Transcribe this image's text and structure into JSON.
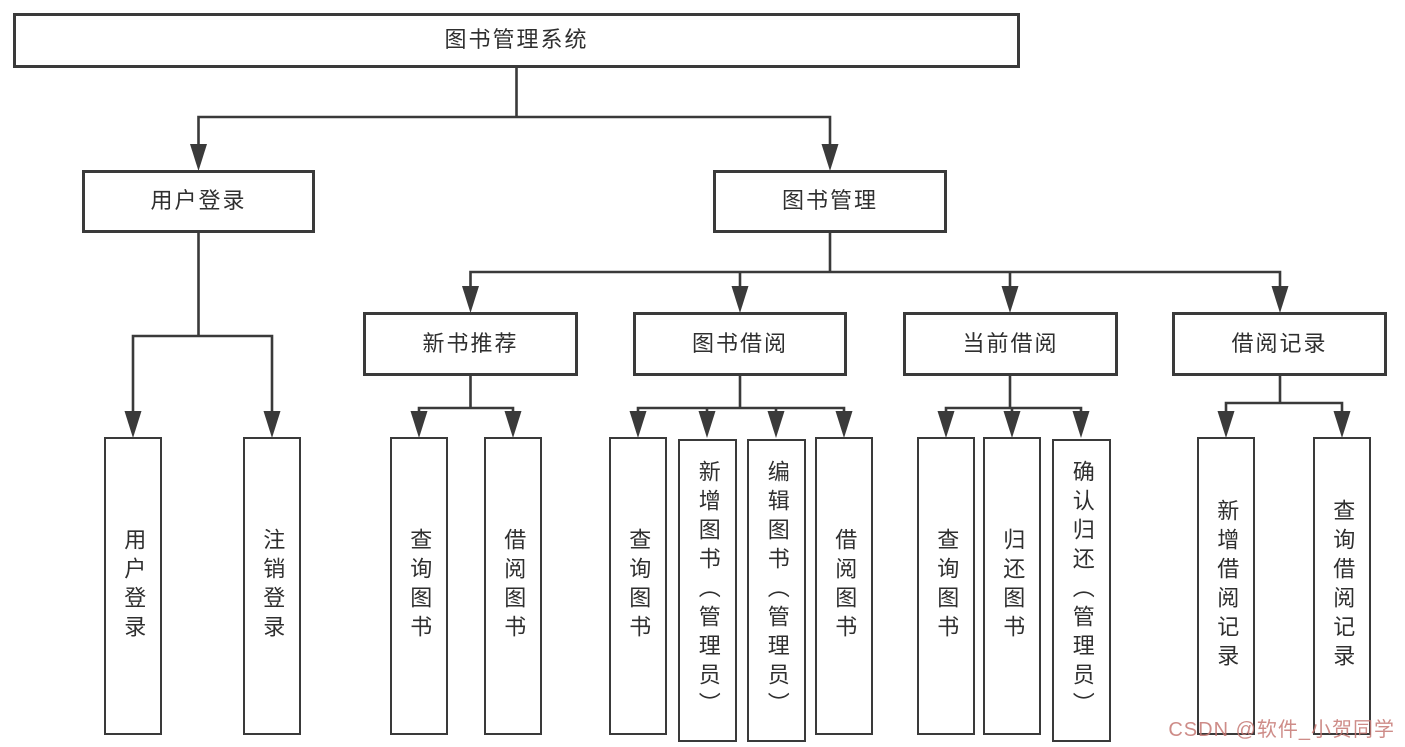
{
  "diagram": {
    "title": "图书管理系统",
    "root": {
      "label": "图书管理系统"
    },
    "level2": [
      {
        "id": "user-login-group",
        "label": "用户登录"
      },
      {
        "id": "book-management",
        "label": "图书管理"
      }
    ],
    "level3": [
      {
        "id": "new-book-recommend",
        "label": "新书推荐",
        "parent": "图书管理"
      },
      {
        "id": "book-borrow",
        "label": "图书借阅",
        "parent": "图书管理"
      },
      {
        "id": "current-borrow",
        "label": "当前借阅",
        "parent": "图书管理"
      },
      {
        "id": "borrow-records",
        "label": "借阅记录",
        "parent": "图书管理"
      }
    ],
    "leaves": [
      {
        "id": "user-login",
        "label": "用户登录",
        "parent": "用户登录"
      },
      {
        "id": "user-logout",
        "label": "注销登录",
        "parent": "用户登录"
      },
      {
        "id": "query-books-recommend",
        "label": "查询图书",
        "parent": "新书推荐"
      },
      {
        "id": "borrow-book-recommend",
        "label": "借阅图书",
        "parent": "新书推荐"
      },
      {
        "id": "query-books-borrow",
        "label": "查询图书",
        "parent": "图书借阅"
      },
      {
        "id": "add-book-admin",
        "label": "新增图书（管理员）",
        "parent": "图书借阅"
      },
      {
        "id": "edit-book-admin",
        "label": "编辑图书（管理员）",
        "parent": "图书借阅"
      },
      {
        "id": "borrow-book",
        "label": "借阅图书",
        "parent": "图书借阅"
      },
      {
        "id": "query-books-current",
        "label": "查询图书",
        "parent": "当前借阅"
      },
      {
        "id": "return-book",
        "label": "归还图书",
        "parent": "当前借阅"
      },
      {
        "id": "confirm-return-admin",
        "label": "确认归还（管理员）",
        "parent": "当前借阅"
      },
      {
        "id": "add-borrow-record",
        "label": "新增借阅记录",
        "parent": "借阅记录"
      },
      {
        "id": "query-borrow-record",
        "label": "查询借阅记录",
        "parent": "借阅记录"
      }
    ]
  },
  "watermark": {
    "text": "CSDN @软件_小贺同学"
  },
  "colors": {
    "line": "#3a3a3a",
    "text": "#2f2f2f",
    "background": "#ffffff",
    "watermark": "#c57873"
  }
}
